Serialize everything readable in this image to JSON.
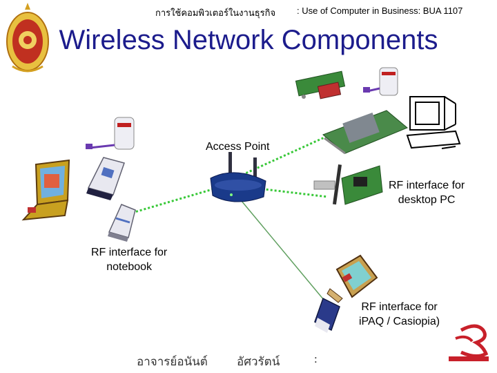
{
  "header": {
    "course_thai": "การใช้คอมพิวเตอร์ในงานธุรกิจ",
    "course_en": ": Use of Computer in Business: BUA 1107"
  },
  "title": "Wireless Network Components",
  "labels": {
    "access_point": "Access Point",
    "desktop_line1": "RF interface for",
    "desktop_line2": "desktop PC",
    "notebook_line1": "RF interface for",
    "notebook_line2": "notebook",
    "ipaq_line1": "RF interface for",
    "ipaq_line2": "iPAQ / Casiopia)"
  },
  "footer": {
    "instructor": "อาจารย์อนันต์",
    "name": "อัศวรัตน์",
    "colon": ":"
  },
  "colors": {
    "title": "#1c1c8c",
    "link_dotted": "#38c838",
    "link_solid": "#60a060"
  }
}
